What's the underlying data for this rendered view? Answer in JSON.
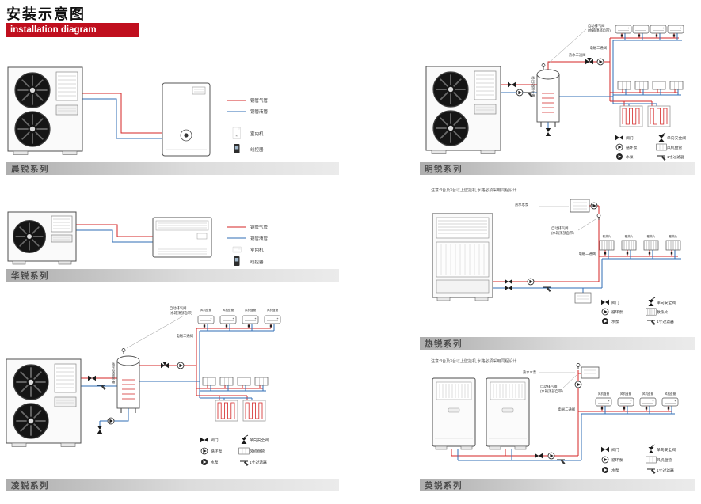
{
  "page": {
    "title": "安装示意图",
    "subtitle": "installation diagram"
  },
  "colors": {
    "accent": "#c00f1e",
    "gas_pipe": "#d42626",
    "liquid_pipe": "#2f6eb5"
  },
  "sections": {
    "chenrui": {
      "name": "晨锐系列",
      "legend": {
        "gas": "铜管气管",
        "liquid": "铜管液管",
        "indoor": "室内机",
        "controller": "线控器"
      }
    },
    "mingrui": {
      "name": "明锐系列",
      "labels": {
        "auto_vent_1": "自动排气阀",
        "auto_vent_2": "(水箱顶部自带)",
        "three_way": "热水三通阀",
        "tank": "承压保温水箱",
        "solenoid": "电磁二通阀"
      },
      "legend": {
        "valve": "阀门",
        "safety": "单向安全阀",
        "circ_pump": "循环泵",
        "fan_coil": "风机盘管",
        "pump": "水泵",
        "filter": "1寸过滤器"
      }
    },
    "huarui": {
      "name": "华锐系列",
      "legend": {
        "gas": "铜管气管",
        "liquid": "铜管液管",
        "indoor": "室内机",
        "controller": "线控器"
      }
    },
    "rerui": {
      "name": "热锐系列",
      "note": "注意:3台及3台以上壁挂机,水路必须采用同程设计",
      "labels": {
        "hot_pump": "热水水泵",
        "auto_vent_1": "自动排气阀",
        "auto_vent_2": "(水箱顶部自带)",
        "radiator": "散热片",
        "solenoid": "电磁二通阀"
      },
      "legend": {
        "valve": "阀门",
        "safety": "单向安全阀",
        "circ_pump": "循环泵",
        "radiator": "散热片",
        "pump": "水泵",
        "filter": "1寸过滤器"
      }
    },
    "lingrui": {
      "name": "凌锐系列",
      "labels": {
        "auto_vent_1": "自动排气阀",
        "auto_vent_2": "(水箱顶部自带)",
        "fan_coil": "风机盘管",
        "solenoid": "电磁二通阀",
        "tank": "承压保温水箱"
      },
      "legend": {
        "valve": "阀门",
        "safety": "单向安全阀",
        "circ_pump": "循环泵",
        "fan_coil": "风机盘管",
        "pump": "水泵",
        "filter": "1寸过滤器"
      }
    },
    "yingrui": {
      "name": "英锐系列",
      "note": "注意:3台及3台以上壁挂机,水路必须采用同程设计",
      "labels": {
        "hot_pump": "热水水泵",
        "auto_vent_1": "自动排气阀",
        "auto_vent_2": "(水箱顶部自带)",
        "fan_coil": "风机盘管",
        "solenoid": "电磁二通阀"
      },
      "legend": {
        "valve": "阀门",
        "safety": "单向安全阀",
        "circ_pump": "循环泵",
        "fan_coil": "风机盘管",
        "pump": "水泵",
        "filter": "1寸过滤器"
      }
    }
  }
}
